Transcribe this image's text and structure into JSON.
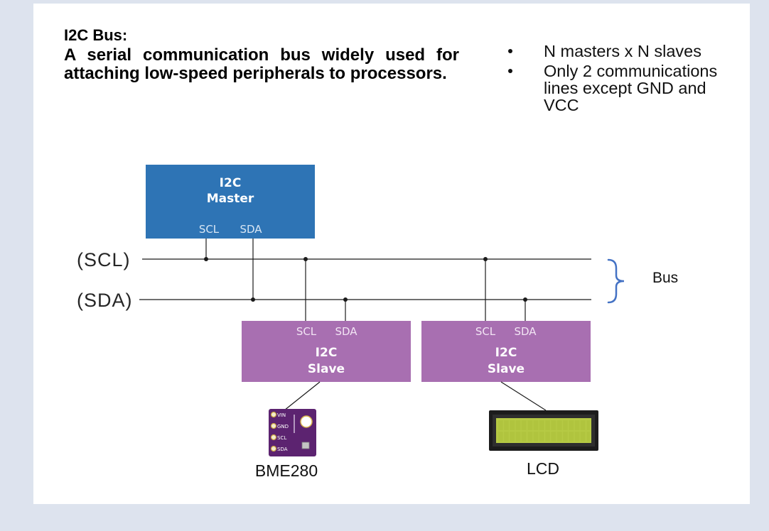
{
  "colors": {
    "page_background": "#dde3ee",
    "panel_background": "#ffffff",
    "master_block": "#2e74b5",
    "slave_block": "#a86fb1",
    "bus_brace": "#4472c4",
    "lcd_screen": "#b6ca44",
    "sensor_board": "#5c2370"
  },
  "header": {
    "title": "I2C Bus:",
    "description_lines": [
      "A serial communication bus widely used for",
      "attaching low-speed peripherals to processors."
    ]
  },
  "bullets": [
    "N masters x N slaves",
    "Only 2 communications lines except GND and VCC"
  ],
  "diagram": {
    "master": {
      "title": "I2C",
      "subtitle": "Master",
      "pins": [
        "SCL",
        "SDA"
      ]
    },
    "bus_lines": [
      "(SCL)",
      "(SDA)"
    ],
    "bus_label": "Bus",
    "slaves": [
      {
        "title": "I2C",
        "subtitle": "Slave",
        "pins": [
          "SCL",
          "SDA"
        ],
        "device_label": "BME280"
      },
      {
        "title": "I2C",
        "subtitle": "Slave",
        "pins": [
          "SCL",
          "SDA"
        ],
        "device_label": "LCD"
      }
    ],
    "sensor_board_pins": [
      "VIN",
      "GND",
      "SCL",
      "SDA"
    ]
  }
}
